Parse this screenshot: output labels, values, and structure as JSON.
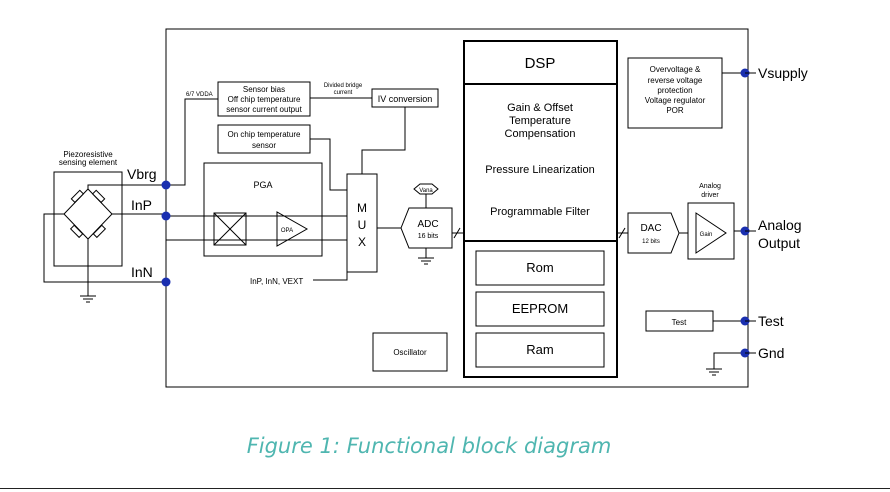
{
  "blocks": {
    "dsp": "DSP",
    "dsp_gain_1": "Gain & Offset",
    "dsp_gain_2": "Temperature",
    "dsp_gain_3": "Compensation",
    "dsp_linearization": "Pressure Linearization",
    "dsp_filter": "Programmable Filter",
    "rom": "Rom",
    "eeprom": "EEPROM",
    "ram": "Ram",
    "protection_1": "Overvoltage &",
    "protection_2": "reverse voltage",
    "protection_3": "protection",
    "protection_4": "Voltage regulator",
    "protection_5": "POR",
    "sensor_bias_1": "Sensor bias",
    "sensor_bias_2": "Off chip temperature",
    "sensor_bias_3": "sensor current output",
    "iv_conversion": "IV conversion",
    "divided_bridge_1": "Divided bridge",
    "divided_bridge_2": "current",
    "vdda": "6/7 VDDA",
    "onchip_temp_1": "On chip temperature",
    "onchip_temp_2": "sensor",
    "pga": "PGA",
    "opa": "OPA",
    "mux_m": "M",
    "mux_u": "U",
    "mux_x": "X",
    "adc_1": "ADC",
    "adc_2": "16 bits",
    "vana": "Vana",
    "dac_1": "DAC",
    "dac_2": "12 bits",
    "gain": "Gain",
    "analog_driver_1": "Analog",
    "analog_driver_2": "driver",
    "test_box": "Test",
    "oscillator": "Oscillator",
    "piezo_1": "Piezoresistive",
    "piezo_2": "sensing element",
    "mux_inputs": "InP, InN, VEXT"
  },
  "pins": {
    "vsupply": "Vsupply",
    "analog_1": "Analog",
    "analog_2": "Output",
    "test": "Test",
    "gnd": "Gnd",
    "vbrg": "Vbrg",
    "inp": "InP",
    "inn": "InN"
  },
  "caption": "Figure 1: Functional block diagram"
}
